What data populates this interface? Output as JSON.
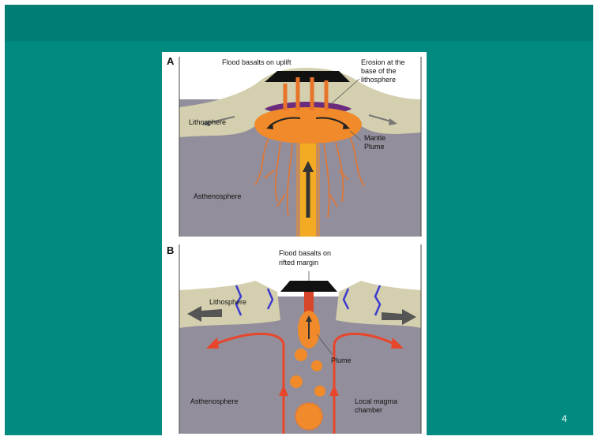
{
  "slide": {
    "page_number": "4",
    "background_color": "#008a80",
    "header_color": "#007e75"
  },
  "panel_a": {
    "letter": "A",
    "label_flood": "Flood basalts on uplift",
    "label_erosion_1": "Erosion at the",
    "label_erosion_2": "base of the",
    "label_erosion_3": "lithosphere",
    "label_lithosphere": "Lithosphere",
    "label_mantle_1": "Mantle",
    "label_mantle_2": "Plume",
    "label_asthenosphere": "Asthenosphere"
  },
  "panel_b": {
    "letter": "B",
    "label_flood_1": "Flood basalts on",
    "label_flood_2": "rifted margin",
    "label_lithosphere": "Lithosphere",
    "label_plume": "Plume",
    "label_asthenosphere": "Asthenosphere",
    "label_magma_1": "Local magma",
    "label_magma_2": "chamber"
  },
  "colors": {
    "lithosphere": "#d4cfae",
    "asthenosphere": "#938e9b",
    "plume": "#f08a2a",
    "plume_core": "#f6d21c",
    "basalt": "#111111",
    "arrow_red": "#e8462a",
    "fault_blue": "#3c3ad0"
  }
}
